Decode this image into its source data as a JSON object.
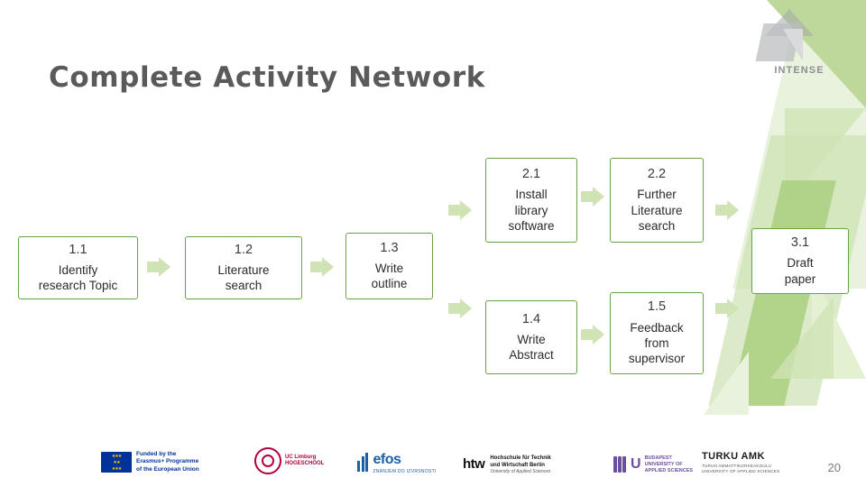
{
  "slide": {
    "title": "Complete Activity Network",
    "page_number": "20",
    "brand": {
      "logo_text": "INTENSE",
      "accent_green": "#6aa544",
      "arrow_green": "#cfe3b5",
      "title_color": "#5a5a5a"
    }
  },
  "nodes": [
    {
      "id": "1.1",
      "number": "1.1",
      "label": "Identify\nresearch Topic",
      "label_line1": "Identify",
      "label_line2": "research Topic"
    },
    {
      "id": "1.2",
      "number": "1.2",
      "label": "Literature\nsearch",
      "label_line1": "Literature",
      "label_line2": "search"
    },
    {
      "id": "1.3",
      "number": "1.3",
      "label": "Write\noutline",
      "label_line1": "Write",
      "label_line2": "outline"
    },
    {
      "id": "2.1",
      "number": "2.1",
      "label": "Install library software",
      "label_line1": "Install",
      "label_line2": "library",
      "label_line3": "software"
    },
    {
      "id": "2.2",
      "number": "2.2",
      "label": "Further Literature search",
      "label_line1": "Further",
      "label_line2": "Literature",
      "label_line3": "search"
    },
    {
      "id": "1.4",
      "number": "1.4",
      "label": "Write\nAbstract",
      "label_line1": "Write",
      "label_line2": "Abstract"
    },
    {
      "id": "1.5",
      "number": "1.5",
      "label": "Feedback from supervisor",
      "label_line1": "Feedback",
      "label_line2": "from",
      "label_line3": "supervisor"
    },
    {
      "id": "3.1",
      "number": "3.1",
      "label": "Draft\npaper",
      "label_line1": "Draft",
      "label_line2": "paper"
    }
  ],
  "arrows": [
    {
      "name": "arrow-1-1-to-1-2"
    },
    {
      "name": "arrow-1-2-to-1-3"
    },
    {
      "name": "arrow-1-3-to-2-1"
    },
    {
      "name": "arrow-2-1-to-2-2"
    },
    {
      "name": "arrow-2-2-to-3-1"
    },
    {
      "name": "arrow-1-3-to-1-4"
    },
    {
      "name": "arrow-1-4-to-1-5"
    },
    {
      "name": "arrow-1-5-to-3-1"
    }
  ],
  "footer": {
    "eu": {
      "line1": "Funded by the",
      "line2": "Erasmus+ Programme",
      "line3": "of the European Union"
    },
    "uc": {
      "line1": "UC Limburg",
      "line2": "HOGESCHOOL"
    },
    "efos": {
      "word": "efos",
      "sub": "ZNANJEM DO IZVRSNOSTI"
    },
    "htw": {
      "word": "htw",
      "line1": "Hochschule für Technik",
      "line2": "und Wirtschaft Berlin",
      "line3": "University of Applied Sciences"
    },
    "hu": {
      "word": "U",
      "line1": "BUDAPEST",
      "line2": "UNIVERSITY OF",
      "line3": "APPLIED SCIENCES"
    },
    "turku": {
      "word": "TURKU AMK",
      "line1": "TURUN AMMATTIKORKEAKOULU",
      "line2": "UNIVERSITY OF APPLIED SCIENCES"
    }
  }
}
